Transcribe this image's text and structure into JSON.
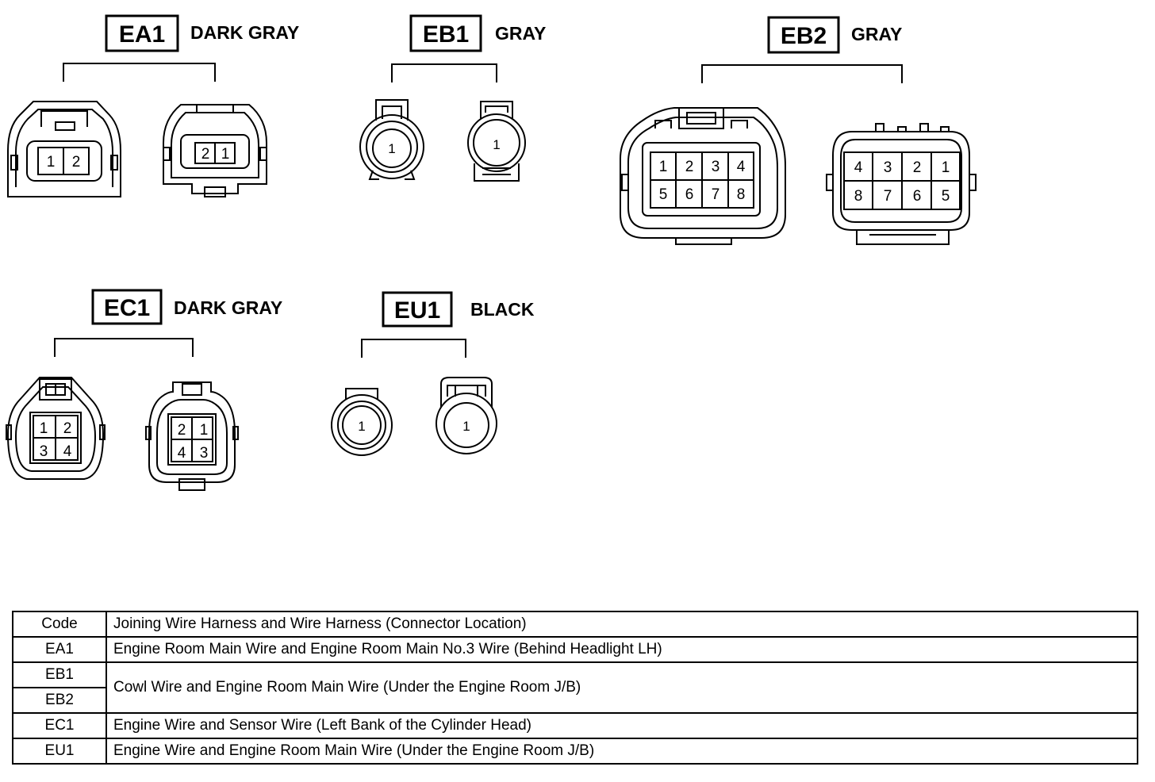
{
  "connectors": [
    {
      "code": "EA1",
      "color": "DARK GRAY",
      "left_pins": [
        "1",
        "2"
      ],
      "right_pins": [
        "2",
        "1"
      ]
    },
    {
      "code": "EB1",
      "color": "GRAY",
      "left_pins": [
        "1"
      ],
      "right_pins": [
        "1"
      ]
    },
    {
      "code": "EB2",
      "color": "GRAY",
      "left_pins": [
        "1",
        "2",
        "3",
        "4",
        "5",
        "6",
        "7",
        "8"
      ],
      "right_pins": [
        "4",
        "3",
        "2",
        "1",
        "8",
        "7",
        "6",
        "5"
      ]
    },
    {
      "code": "EC1",
      "color": "DARK GRAY",
      "left_pins": [
        "1",
        "2",
        "3",
        "4"
      ],
      "right_pins": [
        "2",
        "1",
        "4",
        "3"
      ]
    },
    {
      "code": "EU1",
      "color": "BLACK",
      "left_pins": [
        "1"
      ],
      "right_pins": [
        "1"
      ]
    }
  ],
  "table": {
    "headers": [
      "Code",
      "Joining Wire Harness and Wire Harness (Connector Location)"
    ],
    "rows": [
      {
        "code": "EA1",
        "desc": "Engine Room Main Wire and Engine Room Main No.3 Wire (Behind Headlight LH)"
      },
      {
        "code": "EB1",
        "desc": "Cowl Wire and Engine Room Main Wire (Under the Engine Room J/B)"
      },
      {
        "code": "EB2",
        "desc": ""
      },
      {
        "code": "EC1",
        "desc": "Engine Wire and Sensor Wire (Left Bank of the Cylinder Head)"
      },
      {
        "code": "EU1",
        "desc": "Engine Wire and Engine Room Main Wire (Under the Engine Room J/B)"
      }
    ]
  }
}
